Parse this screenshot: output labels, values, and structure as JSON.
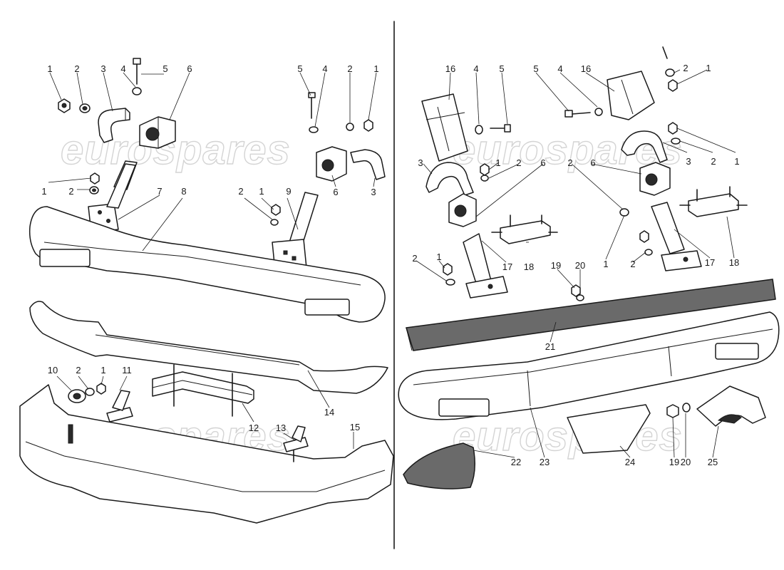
{
  "watermark": "eurospares",
  "colors": {
    "ink": "#1a1a1a",
    "paper": "#ffffff",
    "watermark": "#d4d4d4"
  },
  "labels_left": {
    "l_1a": "1",
    "l_2a": "2",
    "l_3a": "3",
    "l_4a": "4",
    "l_5a": "5",
    "l_6a": "6",
    "l_5b": "5",
    "l_4b": "4",
    "l_2b": "2",
    "l_1b": "1",
    "l_1c": "1",
    "l_2c": "2",
    "l_7": "7",
    "l_8": "8",
    "l_2d": "2",
    "l_1d": "1",
    "l_9": "9",
    "l_6b": "6",
    "l_3b": "3",
    "l_10": "10",
    "l_2e": "2",
    "l_1e": "1",
    "l_11": "11",
    "l_12": "12",
    "l_13": "13",
    "l_14": "14",
    "l_15": "15"
  },
  "labels_right": {
    "r_16a": "16",
    "r_4a": "4",
    "r_5a": "5",
    "r_5b": "5",
    "r_4b": "4",
    "r_16b": "16",
    "r_2a": "2",
    "r_1a": "1",
    "r_3a": "3",
    "r_1b": "1",
    "r_2b": "2",
    "r_6a": "6",
    "r_2c": "2",
    "r_6b": "6",
    "r_3b": "3",
    "r_2d": "2",
    "r_1c": "1",
    "r_18a": "18",
    "r_17a": "17",
    "r_2e": "2",
    "r_1d": "1",
    "r_19a": "19",
    "r_20a": "20",
    "r_1e": "1",
    "r_2f": "2",
    "r_17b": "17",
    "r_18b": "18",
    "r_21": "21",
    "r_22": "22",
    "r_23": "23",
    "r_24": "24",
    "r_19b": "19",
    "r_20b": "20",
    "r_25": "25"
  }
}
